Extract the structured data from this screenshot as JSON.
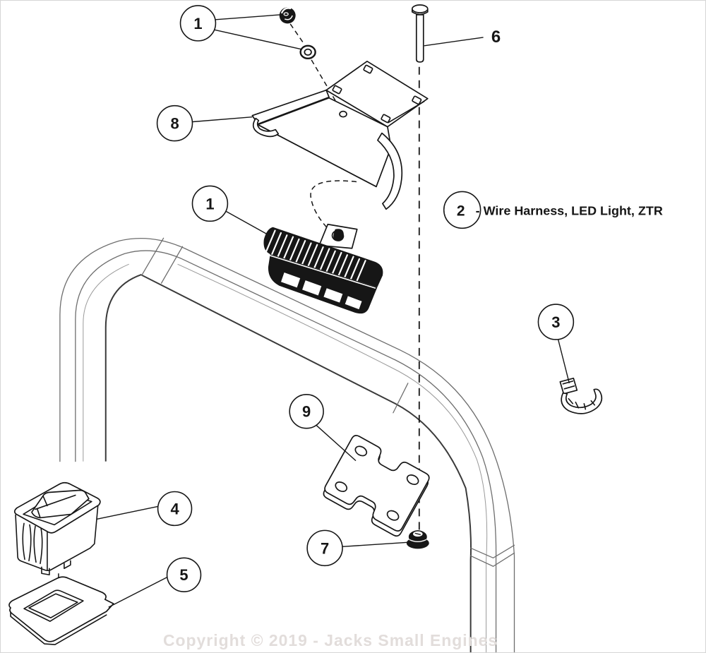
{
  "colors": {
    "ink": "#161616",
    "tube": "#6e6e6e",
    "watermark": "#e2dddb",
    "background": "#ffffff"
  },
  "diagram": {
    "callouts": {
      "hardware_top": {
        "label": "1"
      },
      "bolt": {
        "label": "6"
      },
      "bracket": {
        "label": "8"
      },
      "led_light": {
        "label": "1"
      },
      "harness": {
        "label": "2",
        "note": "- Wire Harness, LED Light, ZTR"
      },
      "clip": {
        "label": "3"
      },
      "backing_plate": {
        "label": "9"
      },
      "switch": {
        "label": "4"
      },
      "flange_nut": {
        "label": "7"
      },
      "bezel": {
        "label": "5"
      }
    }
  },
  "footer": {
    "copyright": "Copyright © 2019 - Jacks Small Engines"
  }
}
